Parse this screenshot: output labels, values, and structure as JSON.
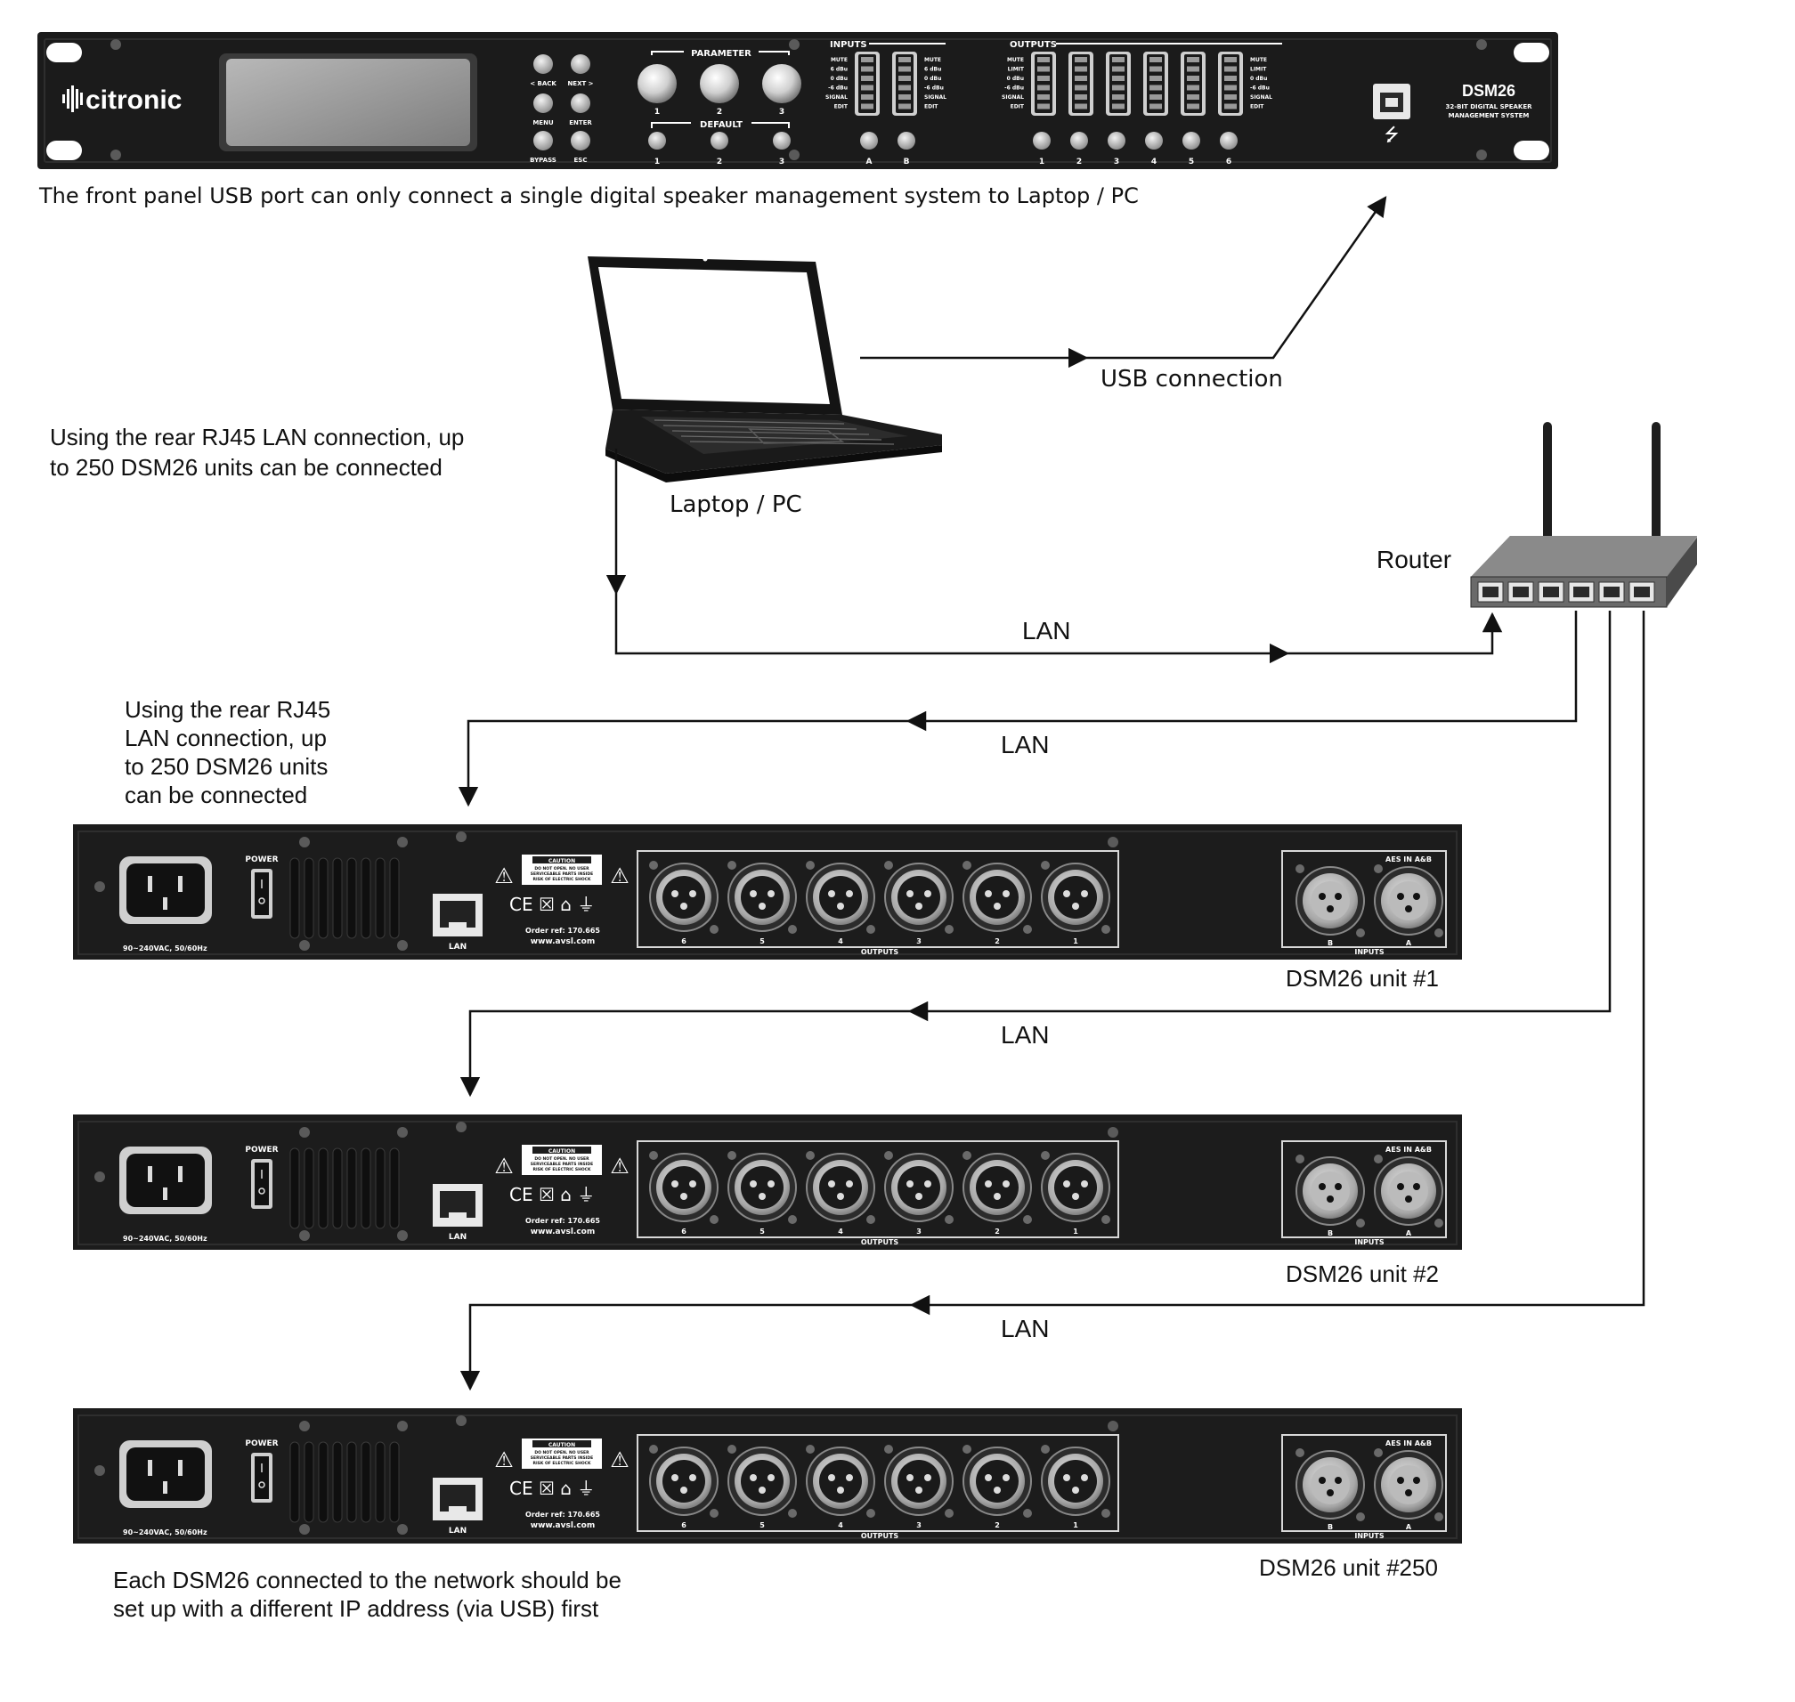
{
  "colors": {
    "panel": "#1c1c1c",
    "panel_dark": "#0f0f0f",
    "line": "#111111",
    "knob": "#d9d9d9",
    "screen": "#9a9a9a",
    "grille": "#2a2a2a",
    "silver": "#c9c9c9"
  },
  "front_panel": {
    "brand": "citronic",
    "model": "DSM26",
    "subtitle_line1": "32-BIT DIGITAL SPEAKER",
    "subtitle_line2": "MANAGEMENT SYSTEM",
    "parameter_label": "PARAMETER",
    "default_label": "DEFAULT",
    "inputs_label": "INPUTS",
    "outputs_label": "OUTPUTS",
    "btn_back": "< BACK",
    "btn_next": "NEXT >",
    "btn_menu": "MENU",
    "btn_enter": "ENTER",
    "btn_bypass": "BYPASS",
    "btn_esc": "ESC",
    "knob_numbers": [
      "1",
      "2",
      "3"
    ],
    "input_channels": [
      "A",
      "B"
    ],
    "output_channels": [
      "1",
      "2",
      "3",
      "4",
      "5",
      "6"
    ],
    "meter_left_labels": [
      "MUTE",
      "6 dBu",
      "0 dBu",
      "-6 dBu",
      "SIGNAL",
      "EDIT"
    ],
    "meter_right_labels": [
      "MUTE",
      "6 dBu",
      "0 dBu",
      "-6 dBu",
      "SIGNAL",
      "EDIT"
    ],
    "out_meter_left_labels": [
      "MUTE",
      "LIMIT",
      "0 dBu",
      "-6 dBu",
      "SIGNAL",
      "EDIT"
    ],
    "out_meter_right_labels": [
      "MUTE",
      "LIMIT",
      "0 dBu",
      "-6 dBu",
      "SIGNAL",
      "EDIT"
    ]
  },
  "captions": {
    "usb_note": "The front panel USB port can only connect a single digital speaker management system to Laptop / PC",
    "usb_connection": "USB connection",
    "laptop": "Laptop / PC",
    "router": "Router",
    "rj45_note_line1": "Using the rear RJ45 LAN connection, up",
    "rj45_note_line2": "to 250 DSM26 units can be connected",
    "rj45_note2_line1": "Using the rear RJ45",
    "rj45_note2_line2": "LAN connection, up",
    "rj45_note2_line3": "to 250 DSM26 units",
    "rj45_note2_line4": "can be connected",
    "lan": "LAN",
    "ip_note_line1": "Each DSM26 connected to the network should be",
    "ip_note_line2": "set up with a different IP address (via USB) first"
  },
  "units": [
    {
      "name": "DSM26 unit #1"
    },
    {
      "name": "DSM26 unit #2"
    },
    {
      "name": "DSM26 unit #250"
    }
  ],
  "rear_panel": {
    "power": "POWER",
    "voltage": "90~240VAC, 50/60Hz",
    "lan": "LAN",
    "caution": "CAUTION",
    "caution_line1": "DO NOT OPEN. NO USER",
    "caution_line2": "SERVICEABLE PARTS INSIDE",
    "caution_line3": "RISK OF ELECTRIC SHOCK",
    "cert": "CE ☒ ⌂ ⏚",
    "order_ref": "Order ref: 170.665",
    "website": "www.avsl.com",
    "outputs": "OUTPUTS",
    "inputs": "INPUTS",
    "aes": "AES IN A&B",
    "output_numbers": [
      "6",
      "5",
      "4",
      "3",
      "2",
      "1"
    ],
    "input_letters": [
      "B",
      "A"
    ]
  }
}
